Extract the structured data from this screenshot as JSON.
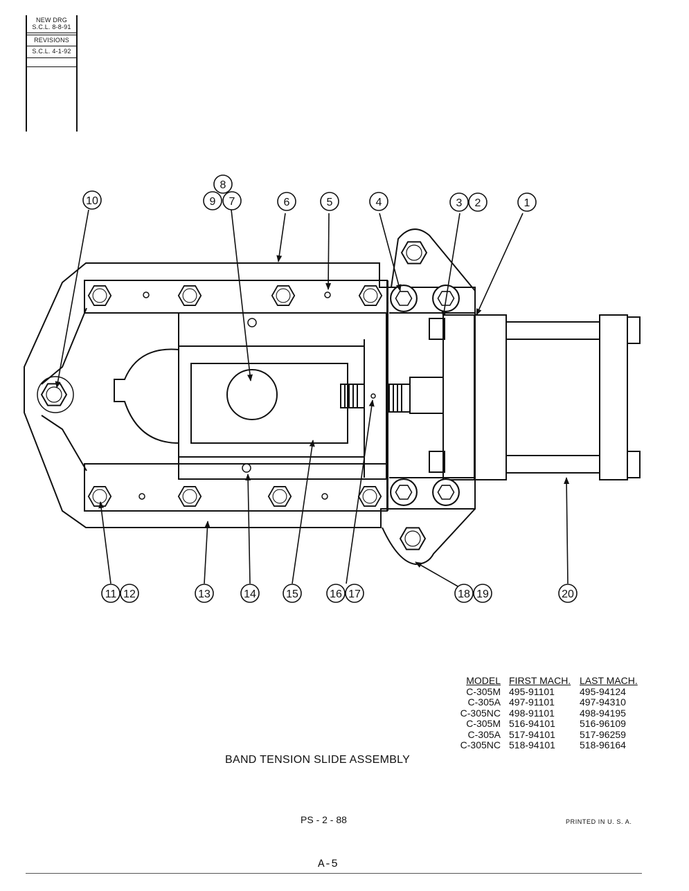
{
  "revision_block": {
    "new_drg_label": "NEW DRG",
    "new_drg_entry": "S.C.L. 8-8-91",
    "revisions_label": "REVISIONS",
    "revision_entry": "S.C.L. 4-1-92"
  },
  "callouts": [
    "1",
    "2",
    "3",
    "4",
    "5",
    "6",
    "7",
    "8",
    "9",
    "10",
    "11",
    "12",
    "13",
    "14",
    "15",
    "16",
    "17",
    "18",
    "19",
    "20"
  ],
  "model_table": {
    "headers": {
      "model": "MODEL",
      "first": "FIRST MACH.",
      "last": "LAST MACH."
    },
    "rows": [
      {
        "model": "C-305M",
        "first": "495-91101",
        "last": "495-94124"
      },
      {
        "model": "C-305A",
        "first": "497-91101",
        "last": "497-94310"
      },
      {
        "model": "C-305NC",
        "first": "498-91101",
        "last": "498-94195"
      },
      {
        "model": "C-305M",
        "first": "516-94101",
        "last": "516-96109"
      },
      {
        "model": "C-305A",
        "first": "517-94101",
        "last": "517-96259"
      },
      {
        "model": "C-305NC",
        "first": "518-94101",
        "last": "518-96164"
      }
    ]
  },
  "assembly_title": "BAND TENSION SLIDE ASSEMBLY",
  "page_code": "PS - 2 - 88",
  "printed_note": "PRINTED IN U. S. A.",
  "page_number": "A-5"
}
